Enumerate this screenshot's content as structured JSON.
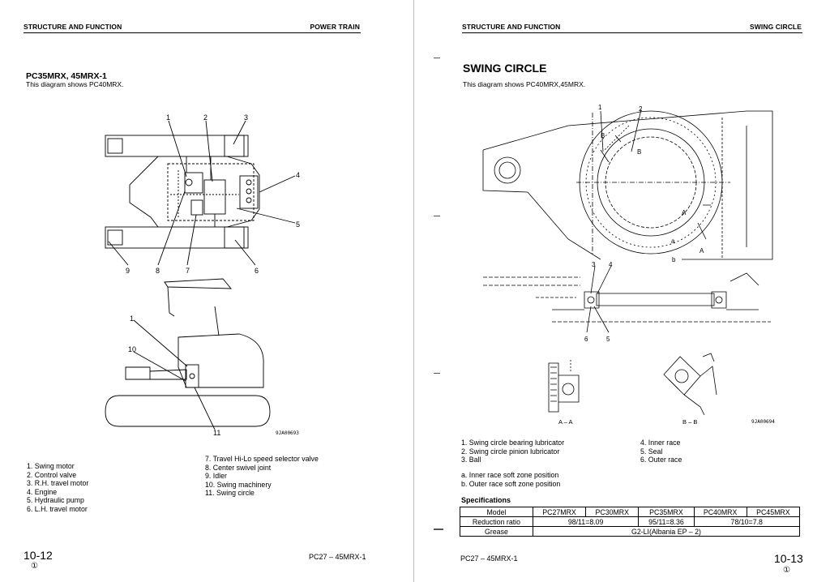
{
  "left_page": {
    "header_section": "STRUCTURE AND FUNCTION",
    "header_group": "POWER TRAIN",
    "title": "PC35MRX, 45MRX-1",
    "subtitle": "This diagram shows PC40MRX.",
    "figure_top_callouts": [
      "1",
      "2",
      "3",
      "4",
      "5",
      "6",
      "7",
      "8",
      "9"
    ],
    "figure_side_callouts": [
      "1",
      "10",
      "11"
    ],
    "figure_code": "9JA00693",
    "legend_col1": [
      "1. Swing motor",
      "2. Control valve",
      "3. R.H. travel motor",
      "4. Engine",
      "5. Hydraulic pump",
      "6. L.H. travel motor"
    ],
    "legend_col2": [
      "7. Travel Hi-Lo speed selector valve",
      "8. Center swivel joint",
      "9. Idler",
      "10. Swing machinery",
      "11. Swing circle"
    ],
    "page_number": "10-12",
    "circled": "①",
    "model": "PC27 – 45MRX-1"
  },
  "right_page": {
    "header_section": "STRUCTURE AND FUNCTION",
    "header_group": "SWING CIRCLE",
    "title": "SWING CIRCLE",
    "subtitle": "This diagram shows PC40MRX,45MRX.",
    "figure_callouts": [
      "1",
      "2",
      "3",
      "4",
      "6",
      "5"
    ],
    "section_marks": [
      "B",
      "B",
      "A",
      "A",
      "b",
      "a"
    ],
    "section_labels": [
      "A – A",
      "B – B"
    ],
    "figure_code": "9JA00694",
    "legend_col1": [
      "1.  Swing circle bearing lubricator",
      "2.  Swing circle pinion lubricator",
      "3.  Ball"
    ],
    "legend_col2": [
      "4.  Inner race",
      "5.  Seal",
      "6.  Outer race"
    ],
    "notes": [
      "a. Inner race soft zone position",
      "b. Outer race soft zone position"
    ],
    "spec_title": "Specifications",
    "spec_table": {
      "row1": [
        "Model",
        "PC27MRX",
        "PC30MRX",
        "PC35MRX",
        "PC40MRX",
        "PC45MRX"
      ],
      "row2_label": "Reduction ratio",
      "row2_a": "98/11=8.09",
      "row2_b": "95/11=8.36",
      "row2_c": "78/10=7.8",
      "row3_label": "Grease",
      "row3_value": "G2-LI(Albania EP – 2)"
    },
    "model": "PC27 – 45MRX-1",
    "page_number": "10-13",
    "circled": "①"
  }
}
